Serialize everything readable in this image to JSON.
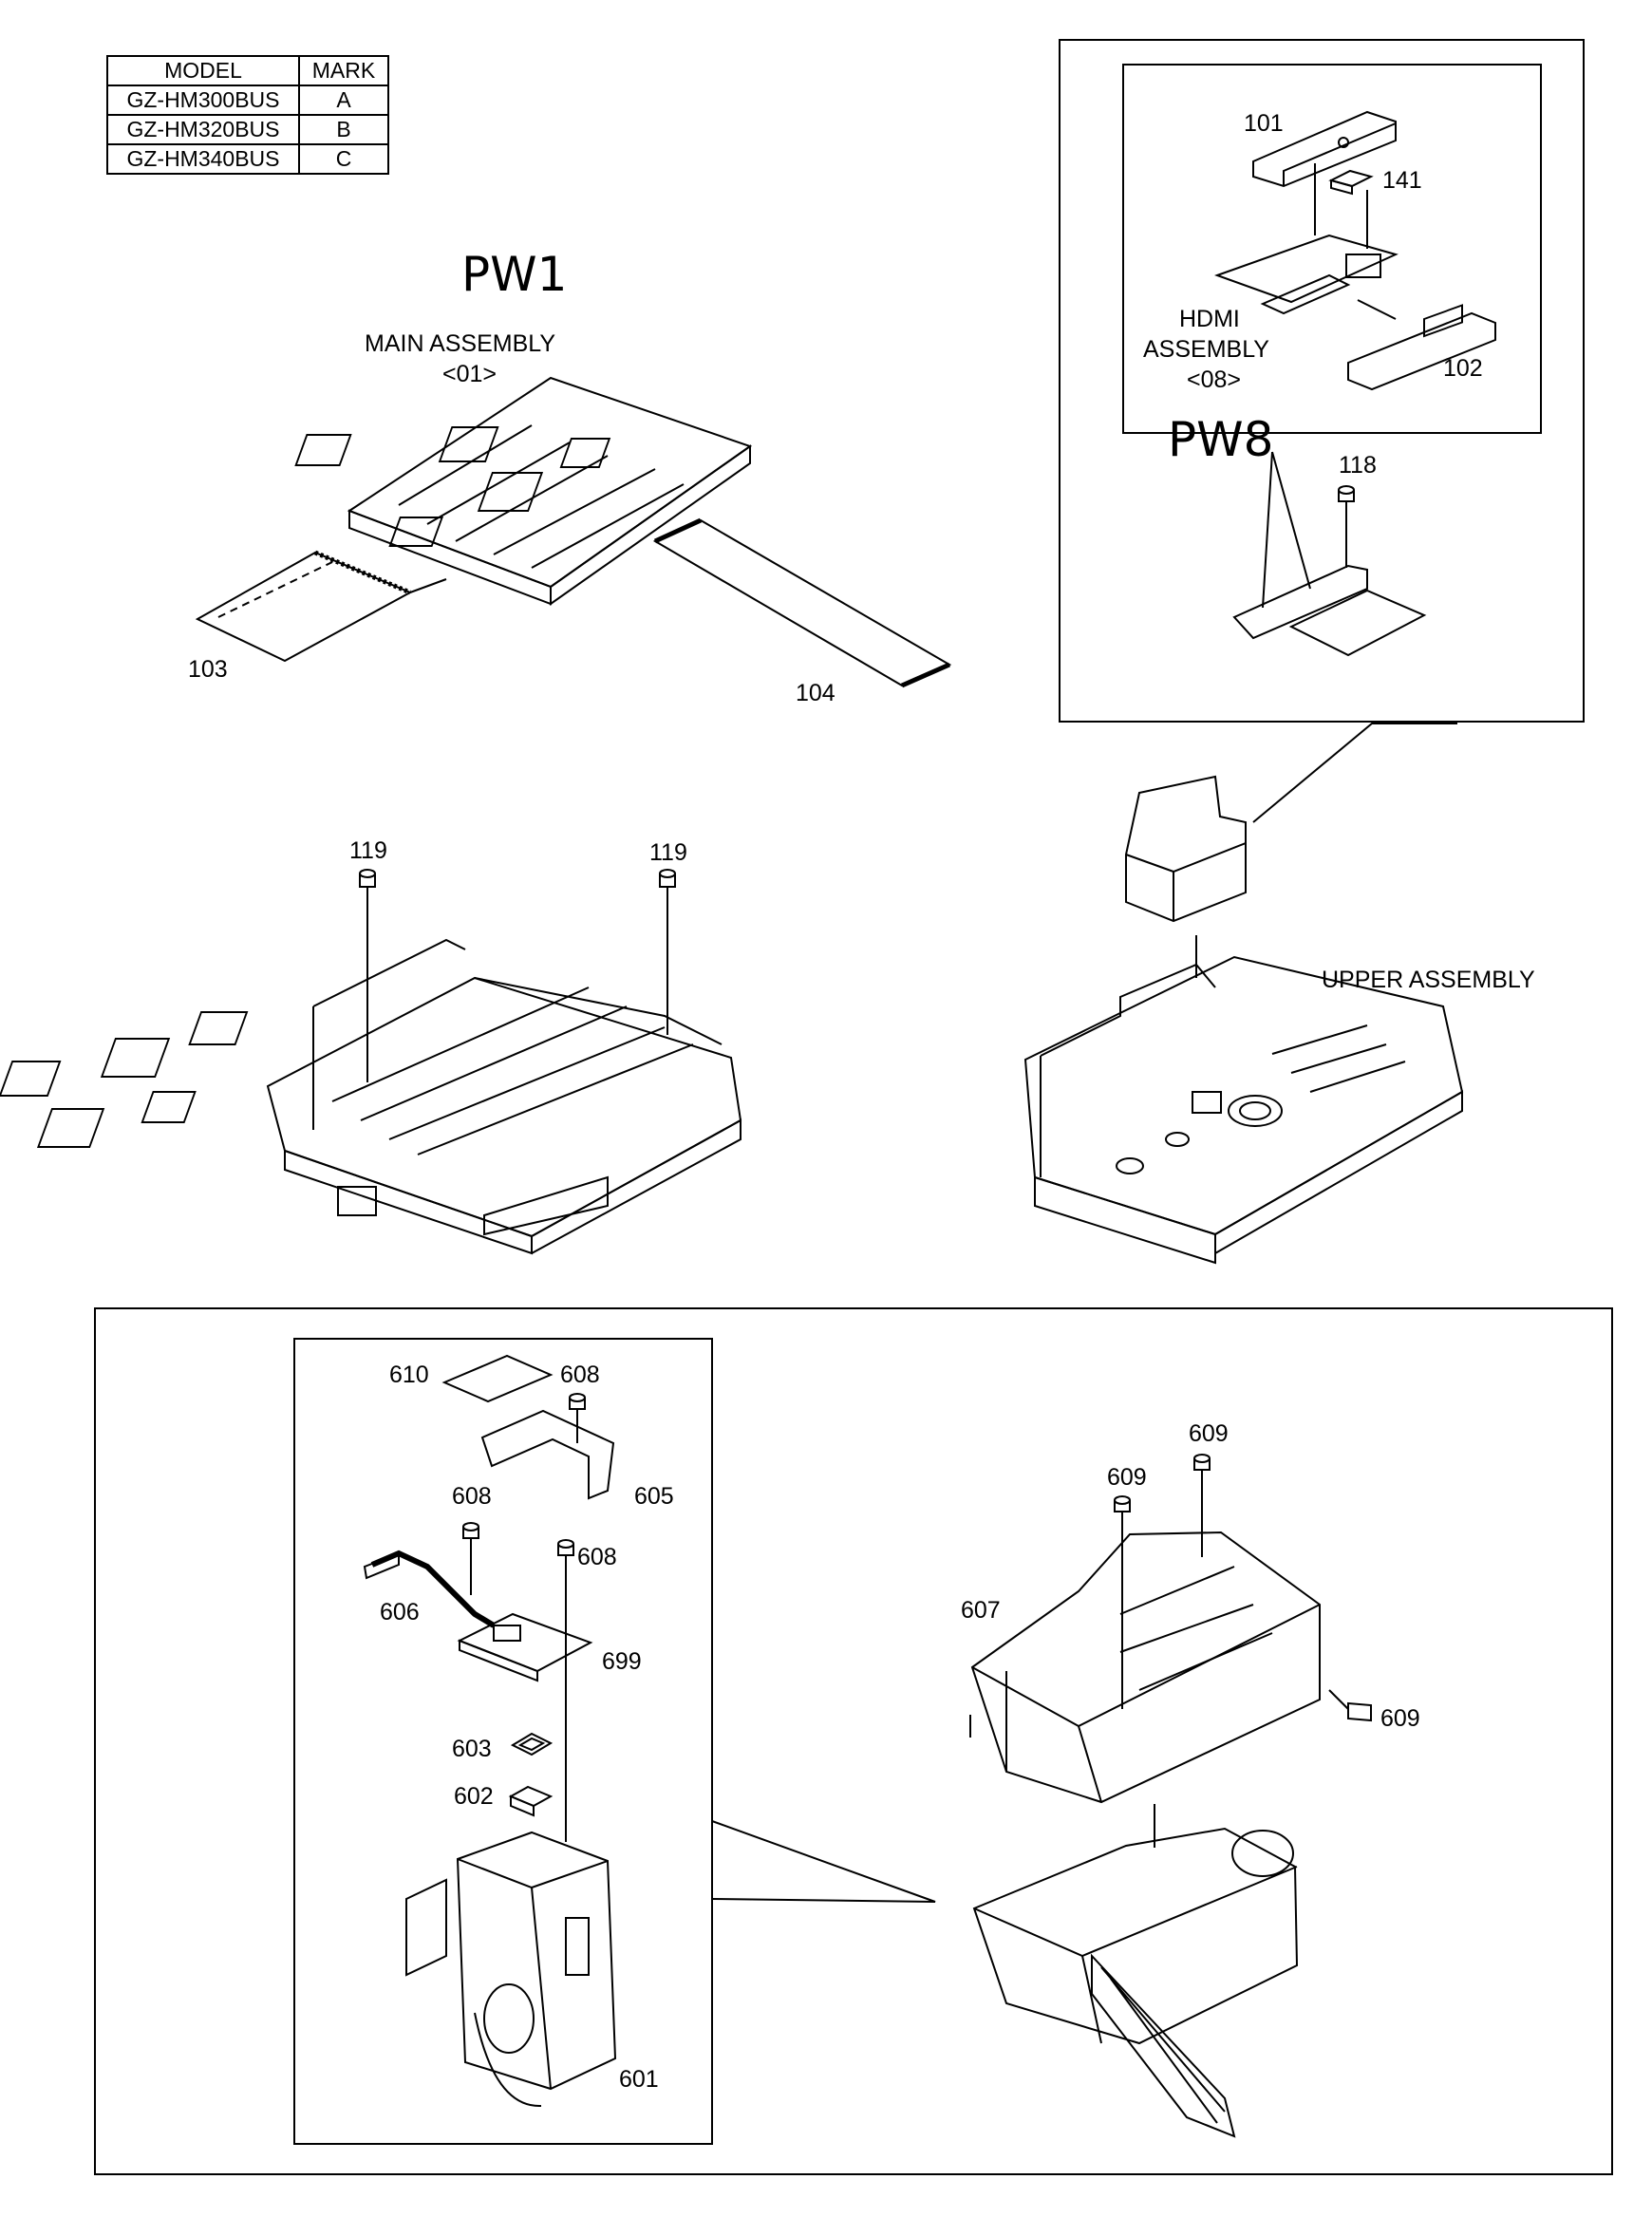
{
  "model_table": {
    "headers": [
      "MODEL",
      "MARK"
    ],
    "rows": [
      {
        "model": "GZ-HM300BUS",
        "mark": "A"
      },
      {
        "model": "GZ-HM320BUS",
        "mark": "B"
      },
      {
        "model": "GZ-HM340BUS",
        "mark": "C"
      }
    ]
  },
  "handwritten": {
    "pw1": "PW1",
    "pw8": "PW8"
  },
  "assemblies": {
    "main_title": "MAIN ASSEMBLY",
    "main_code": "<01>",
    "hdmi_line1": "HDMI",
    "hdmi_line2": "ASSEMBLY",
    "hdmi_code": "<08>",
    "upper": "UPPER ASSEMBLY"
  },
  "parts": {
    "p101": "101",
    "p102": "102",
    "p103": "103",
    "p104": "104",
    "p118": "118",
    "p119a": "119",
    "p119b": "119",
    "p141": "141",
    "p601": "601",
    "p602": "602",
    "p603": "603",
    "p605": "605",
    "p606": "606",
    "p607": "607",
    "p608a": "608",
    "p608b": "608",
    "p608c": "608",
    "p609a": "609",
    "p609b": "609",
    "p609c": "609",
    "p610": "610",
    "p699": "699"
  }
}
